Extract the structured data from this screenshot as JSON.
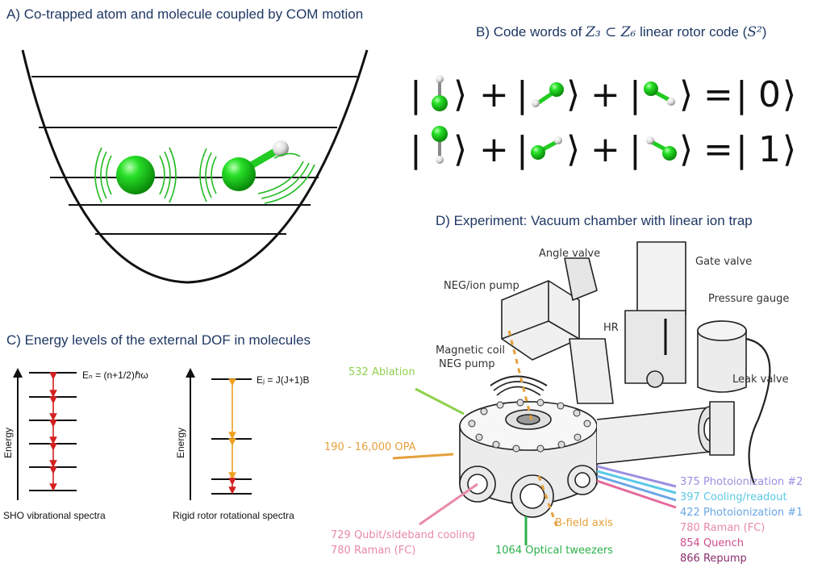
{
  "panels": {
    "a": {
      "title": "A) Co-trapped atom and molecule coupled by COM motion"
    },
    "b": {
      "title_prefix": "B) Code words of ",
      "title_math": "Z₃ ⊂ Z₆",
      "title_suffix": " linear rotor code (",
      "title_math2": "S²",
      "title_end": ")",
      "row0_result": "0",
      "row1_result": "1",
      "plus": "+",
      "equals": "="
    },
    "c": {
      "title": "C) Energy levels of the external DOF in molecules",
      "sho_axis": "Energy",
      "sho_eq": "Eₙ = (n+1/2)ℏω",
      "sho_caption": "SHO vibrational spectra",
      "rot_axis": "Energy",
      "rot_eq": "Eⱼ = J(J+1)B",
      "rot_caption": "Rigid rotor rotational spectra"
    },
    "d": {
      "title": "D) Experiment: Vacuum chamber with linear ion trap",
      "parts": {
        "angle_valve": "Angle valve",
        "gate_valve": "Gate valve",
        "neg_ion_pump": "NEG/ion pump",
        "pressure_gauge": "Pressure gauge",
        "hr": "HR",
        "magnetic_coil": "Magnetic coil",
        "neg_pump": "NEG pump",
        "leak_valve": "Leak valve",
        "b_field_axis": "B-field axis"
      },
      "lasers": {
        "ablation": "532 Ablation",
        "opa": "190 - 16,000 OPA",
        "qubit_cooling": "729 Qubit/sideband cooling",
        "raman_left": "780 Raman (FC)",
        "tweezers": "1064 Optical tweezers",
        "photo2": "375 Photoionization #2",
        "cooling_readout": "397 Cooling/readout",
        "photo1": "422 Photoionization #1",
        "raman_right": "780 Raman (FC)",
        "quench": "854 Quench",
        "repump": "866 Repump"
      }
    }
  },
  "colors": {
    "title": "#1f3864",
    "atom": "#22cc22",
    "ablation": "#8fd14f",
    "opa": "#e6a03c",
    "qubit": "#e98aa6",
    "tweezers": "#2ab04a",
    "photo2": "#9b8fe0",
    "cooling": "#5bc8e6",
    "photo1": "#6aa6e6",
    "raman": "#e36b9b",
    "quench": "#d04c8c",
    "repump": "#8a2c6c",
    "sho_arrow": "#d42020",
    "rot_arrow": "#f0a020"
  }
}
